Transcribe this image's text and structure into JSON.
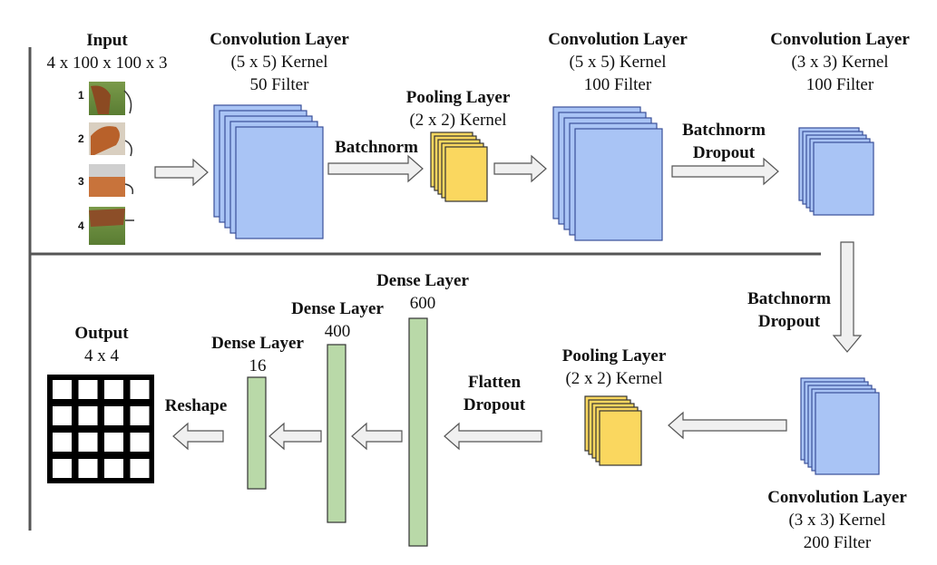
{
  "input": {
    "title": "Input",
    "shape": "4 x 100 x 100 x 3",
    "image_numbers": [
      "1",
      "2",
      "3",
      "4"
    ]
  },
  "conv1": {
    "title": "Convolution Layer",
    "kernel": "(5 x 5) Kernel",
    "filters": "50 Filter"
  },
  "batchnorm1": {
    "label": "Batchnorm"
  },
  "pool1": {
    "title": "Pooling Layer",
    "kernel": "(2 x 2) Kernel"
  },
  "conv2": {
    "title": "Convolution Layer",
    "kernel": "(5 x 5) Kernel",
    "filters": "100 Filter"
  },
  "bn_dropout1": {
    "line1": "Batchnorm",
    "line2": "Dropout"
  },
  "conv3": {
    "title": "Convolution Layer",
    "kernel": "(3 x 3) Kernel",
    "filters": "100 Filter"
  },
  "bn_dropout2": {
    "line1": "Batchnorm",
    "line2": "Dropout"
  },
  "conv4": {
    "title": "Convolution Layer",
    "kernel": "(3 x 3) Kernel",
    "filters": "200 Filter"
  },
  "pool2": {
    "title": "Pooling Layer",
    "kernel": "(2 x 2) Kernel"
  },
  "flatten_dropout": {
    "line1": "Flatten",
    "line2": "Dropout"
  },
  "dense600": {
    "title": "Dense Layer",
    "units": "600"
  },
  "dense400": {
    "title": "Dense Layer",
    "units": "400"
  },
  "dense16": {
    "title": "Dense Layer",
    "units": "16"
  },
  "reshape": {
    "label": "Reshape"
  },
  "output": {
    "title": "Output",
    "shape": "4 x 4"
  },
  "colors": {
    "conv_fill": "#a9c4f5",
    "conv_stroke": "#3a4f9a",
    "pool_fill": "#fad75f",
    "pool_stroke": "#333333",
    "dense_fill": "#b9d9a8",
    "dense_stroke": "#333333",
    "arrow_fill": "#f0f0f0",
    "arrow_stroke": "#555555",
    "divider": "#555555"
  }
}
